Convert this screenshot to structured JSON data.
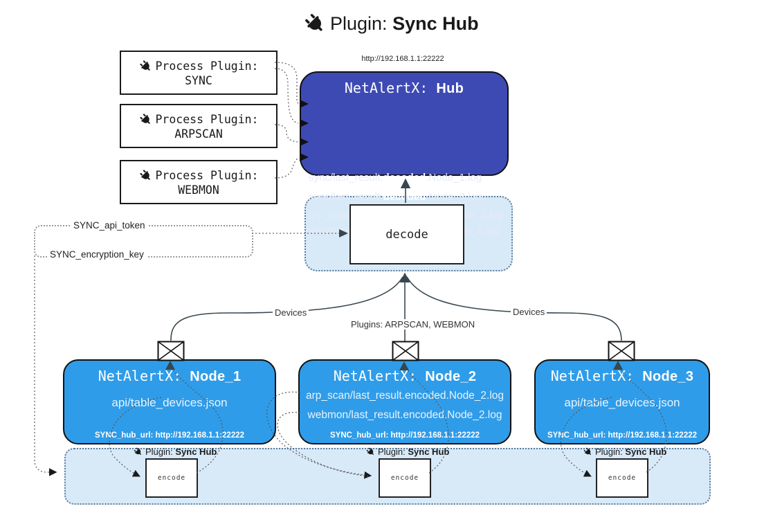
{
  "title": {
    "prefix": "Plugin: ",
    "name": "Sync Hub"
  },
  "hub": {
    "url": "http://192.168.1.1:22222",
    "title_prefix": "NetAlertX: ",
    "title_name": "Hub",
    "logs": [
      {
        "pre": "sync/last_result.",
        "bold": "decoded",
        "post": ".Node_1.log"
      },
      {
        "pre": "sync/last_result.",
        "bold": "decoded",
        "post": ".Node_3.log"
      },
      {
        "pre": "arp_scan/last_result.",
        "bold": "decoded",
        "post": ".Node_2.log"
      },
      {
        "pre": "webmon/last_result.",
        "bold": "decoded",
        "post": ".Node_2.log"
      }
    ]
  },
  "process_plugins": [
    {
      "label": "Process Plugin:",
      "name": "SYNC"
    },
    {
      "label": "Process Plugin:",
      "name": "ARPSCAN"
    },
    {
      "label": "Process Plugin:",
      "name": "WEBMON"
    }
  ],
  "decode": {
    "label": "decode"
  },
  "secrets": {
    "api_token": "SYNC_api_token",
    "encryption_key": "SYNC_encryption_key"
  },
  "edge_labels": {
    "devices_left": "Devices",
    "plugins_center": "Plugins: ARPSCAN, WEBMON",
    "devices_right": "Devices"
  },
  "nodes": [
    {
      "title_prefix": "NetAlertX: ",
      "title_name": "Node_1",
      "files": [
        "api/table_devices.json"
      ],
      "hub_url": "SYNC_hub_url: http://192.168.1.1:22222"
    },
    {
      "title_prefix": "NetAlertX: ",
      "title_name": "Node_2",
      "files": [
        "arp_scan/last_result.encoded.Node_2.log",
        "webmon/last_result.encoded.Node_2.log"
      ],
      "hub_url": "SYNC_hub_url: http://192.168.1.1:22222"
    },
    {
      "title_prefix": "NetAlertX: ",
      "title_name": "Node_3",
      "files": [
        "api/table_devices.json"
      ],
      "hub_url": "SYNC_hub_url: http://192.168.1.1:22222"
    }
  ],
  "encoders": [
    {
      "plugin_prefix": "Plugin: ",
      "plugin_name": "Sync Hub",
      "label": "encode"
    },
    {
      "plugin_prefix": "Plugin: ",
      "plugin_name": "Sync Hub",
      "label": "encode"
    },
    {
      "plugin_prefix": "Plugin: ",
      "plugin_name": "Sync Hub",
      "label": "encode"
    }
  ],
  "colors": {
    "hub_fill": "#3e4ab4",
    "node_fill": "#2f9ce9",
    "panel_fill": "#d8e9f8",
    "panel_border": "#5c7b99",
    "line": "#37474f"
  }
}
